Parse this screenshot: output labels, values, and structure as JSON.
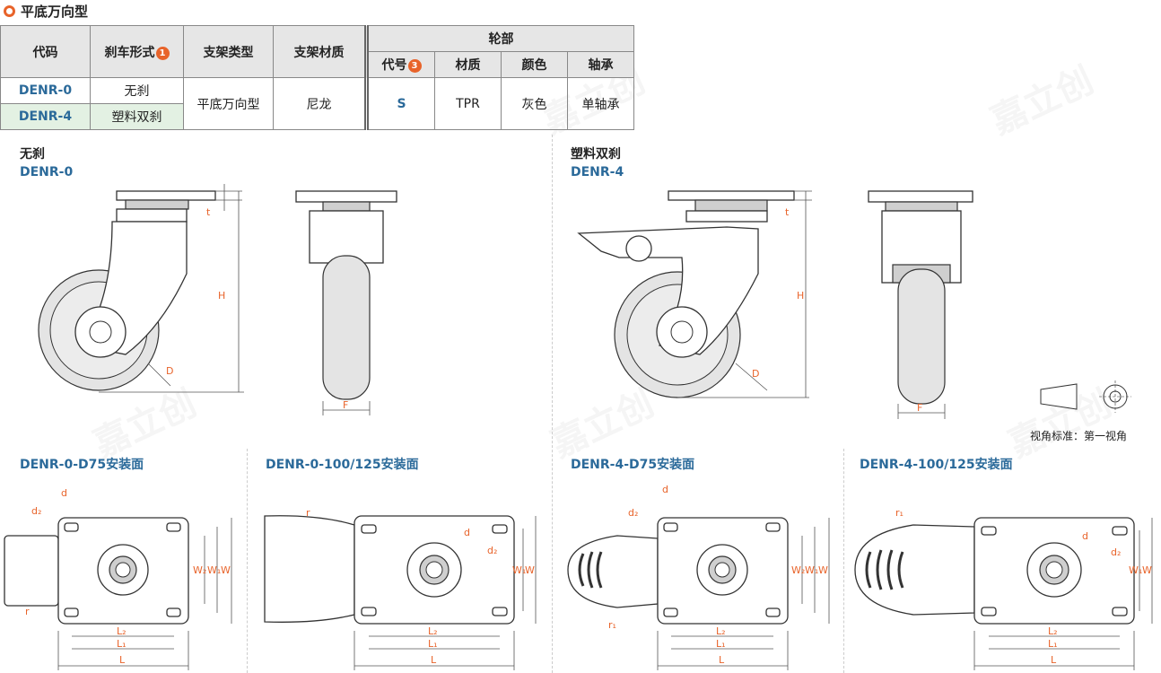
{
  "title": "平底万向型",
  "table": {
    "headers": {
      "code": "代码",
      "brake": "刹车形式",
      "brake_badge": "1",
      "bracket_type": "支架类型",
      "bracket_material": "支架材质",
      "wheel_group": "轮部",
      "wheel_code": "代号",
      "wheel_code_badge": "3",
      "material": "材质",
      "color": "颜色",
      "bearing": "轴承"
    },
    "rows": [
      {
        "code": "DENR-0",
        "brake": "无刹"
      },
      {
        "code": "DENR-4",
        "brake": "塑料双刹"
      }
    ],
    "shared": {
      "bracket_type": "平底万向型",
      "bracket_material": "尼龙",
      "wheel_code": "S",
      "material": "TPR",
      "color": "灰色",
      "bearing": "单轴承"
    }
  },
  "views": {
    "left_label": "无刹",
    "left_code": "DENR-0",
    "right_label": "塑料双刹",
    "right_code": "DENR-4"
  },
  "dims": {
    "t": "t",
    "H": "H",
    "D": "D",
    "F": "F",
    "d": "d",
    "d2": "d₂",
    "r": "r",
    "r1": "r₁",
    "W": "W",
    "W1": "W₁",
    "W2": "W₂",
    "L": "L",
    "L1": "L₁",
    "L2": "L₂"
  },
  "projection_note": "视角标准：第一视角",
  "mount_labels": [
    "DENR-0-D75安装面",
    "DENR-0-100/125安装面",
    "DENR-4-D75安装面",
    "DENR-4-100/125安装面"
  ],
  "watermark": "嘉立创"
}
